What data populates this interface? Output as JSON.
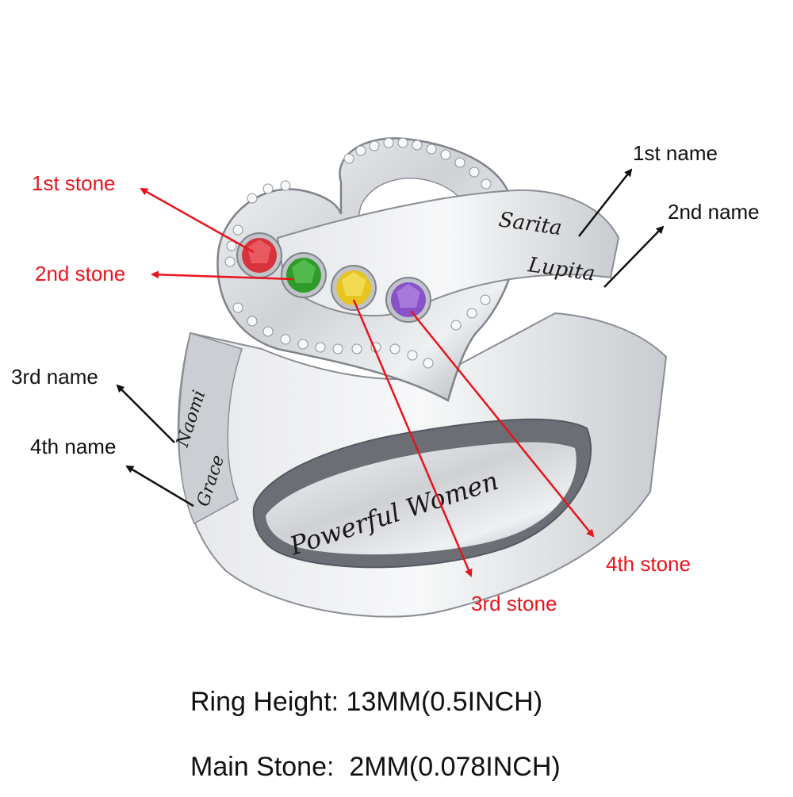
{
  "product": {
    "engravings": {
      "name_1": "Sarita",
      "name_2": "Lupita",
      "name_3": "Naomi",
      "name_4": "Grace",
      "inner": "Powerful Women"
    },
    "stones": [
      {
        "label": "1st stone",
        "color": "#d8323a"
      },
      {
        "label": "2nd stone",
        "color": "#2e9b2a"
      },
      {
        "label": "3rd stone",
        "color": "#e7c51e"
      },
      {
        "label": "4th stone",
        "color": "#8a52c9"
      }
    ]
  },
  "callouts": {
    "stone_1": "1st stone",
    "stone_2": "2nd stone",
    "stone_3": "3rd stone",
    "stone_4": "4th stone",
    "name_1": "1st name",
    "name_2": "2nd name",
    "name_3": "3rd name",
    "name_4": "4th name"
  },
  "colors": {
    "stone_callout": "#e8141c",
    "name_callout": "#111111",
    "metal": "#d9dadd"
  },
  "specs": {
    "ring_height": "Ring Height: 13MM(0.5INCH)",
    "main_stone": "Main Stone:  2MM(0.078INCH)"
  }
}
